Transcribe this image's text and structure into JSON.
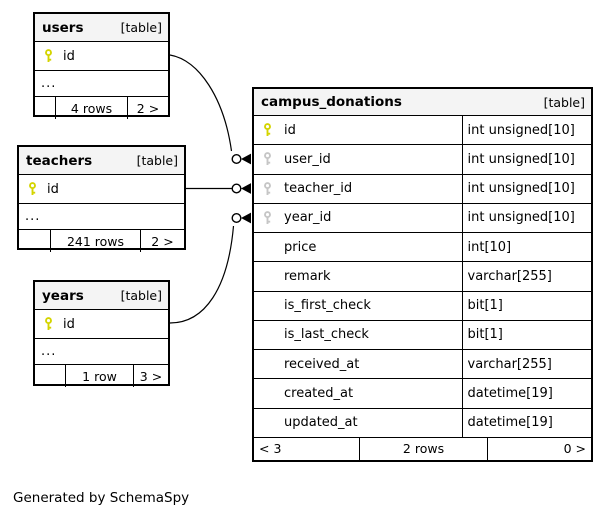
{
  "note": "Generated by SchemaSpy",
  "colors": {
    "pk_key": "#d4d400",
    "fk_key": "#c6c6c6",
    "header_bg": "#f4f4f4",
    "border": "#000000"
  },
  "tables": {
    "users": {
      "name": "users",
      "badge": "[table]",
      "columns": [
        {
          "name": "id",
          "key": "primary"
        }
      ],
      "ellipsis": "...",
      "footer": {
        "left": "",
        "center": "4 rows",
        "right": "2 >"
      }
    },
    "teachers": {
      "name": "teachers",
      "badge": "[table]",
      "columns": [
        {
          "name": "id",
          "key": "primary"
        }
      ],
      "ellipsis": "...",
      "footer": {
        "left": "",
        "center": "241 rows",
        "right": "2 >"
      }
    },
    "years": {
      "name": "years",
      "badge": "[table]",
      "columns": [
        {
          "name": "id",
          "key": "primary"
        }
      ],
      "ellipsis": "...",
      "footer": {
        "left": "",
        "center": "1 row",
        "right": "3 >"
      }
    },
    "campus_donations": {
      "name": "campus_donations",
      "badge": "[table]",
      "columns": [
        {
          "name": "id",
          "type": "int unsigned[10]",
          "key": "primary"
        },
        {
          "name": "user_id",
          "type": "int unsigned[10]",
          "key": "foreign"
        },
        {
          "name": "teacher_id",
          "type": "int unsigned[10]",
          "key": "foreign"
        },
        {
          "name": "year_id",
          "type": "int unsigned[10]",
          "key": "foreign"
        },
        {
          "name": "price",
          "type": "int[10]",
          "key": "none"
        },
        {
          "name": "remark",
          "type": "varchar[255]",
          "key": "none"
        },
        {
          "name": "is_first_check",
          "type": "bit[1]",
          "key": "none"
        },
        {
          "name": "is_last_check",
          "type": "bit[1]",
          "key": "none"
        },
        {
          "name": "received_at",
          "type": "varchar[255]",
          "key": "none"
        },
        {
          "name": "created_at",
          "type": "datetime[19]",
          "key": "none"
        },
        {
          "name": "updated_at",
          "type": "datetime[19]",
          "key": "none"
        }
      ],
      "footer": {
        "left": "< 3",
        "center": "2 rows",
        "right": "0 >"
      }
    }
  },
  "relationships": [
    {
      "from": "users.id",
      "to": "campus_donations.user_id"
    },
    {
      "from": "teachers.id",
      "to": "campus_donations.teacher_id"
    },
    {
      "from": "years.id",
      "to": "campus_donations.year_id"
    }
  ]
}
